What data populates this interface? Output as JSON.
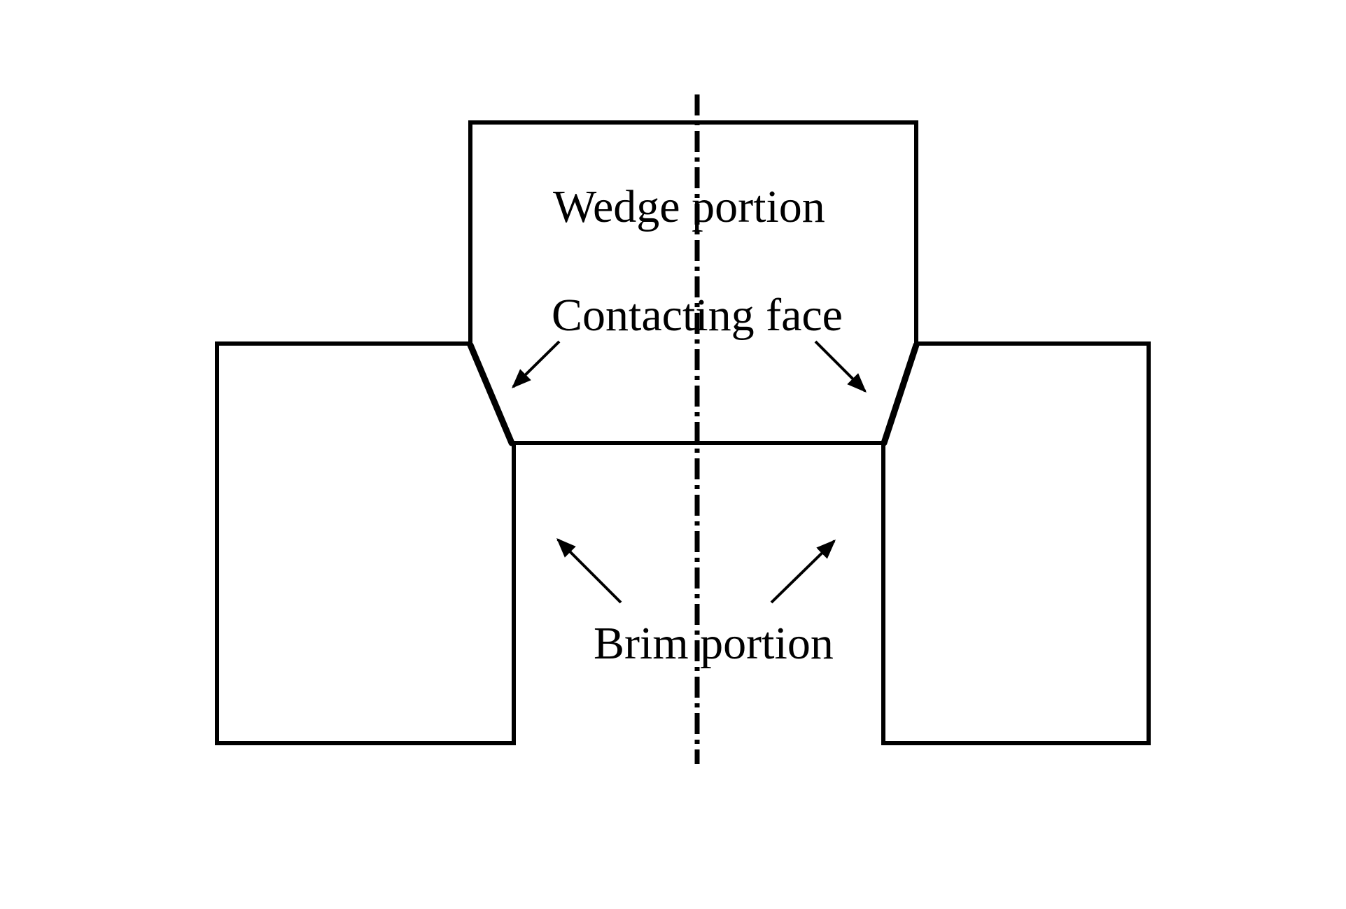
{
  "labels": {
    "wedge": "Wedge portion",
    "contact": "Contacting face",
    "brim": "Brim portion"
  },
  "colors": {
    "stroke": "#000000",
    "text": "#000000",
    "background": "#ffffff"
  }
}
